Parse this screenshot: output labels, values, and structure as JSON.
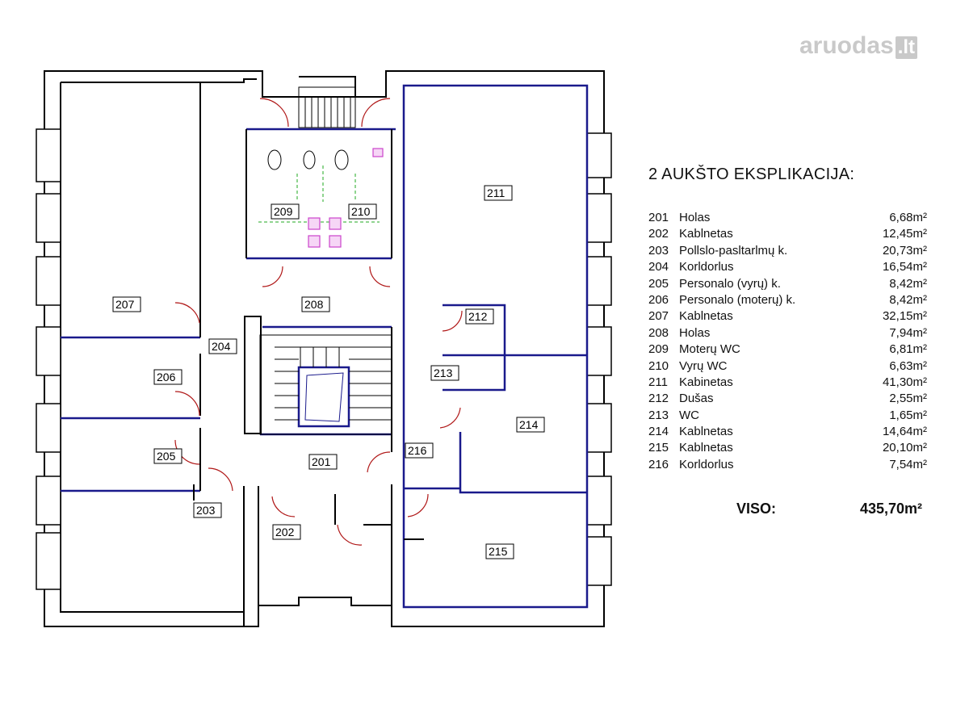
{
  "watermark": {
    "brand": "aruodas",
    "tld": ".lt"
  },
  "legend": {
    "title": "2 AUKŠTO EKSPLIKACIJA:",
    "rows": [
      {
        "code": "201",
        "name": "Holas",
        "area": "6,68m²"
      },
      {
        "code": "202",
        "name": "Kablnetas",
        "area": "12,45m²"
      },
      {
        "code": "203",
        "name": "Pollslo-pasltarlmų k.",
        "area": "20,73m²"
      },
      {
        "code": "204",
        "name": "Korldorlus",
        "area": "16,54m²"
      },
      {
        "code": "205",
        "name": "Personalo (vyrų) k.",
        "area": "8,42m²"
      },
      {
        "code": "206",
        "name": "Personalo (moterų) k.",
        "area": "8,42m²"
      },
      {
        "code": "207",
        "name": "Kablnetas",
        "area": "32,15m²"
      },
      {
        "code": "208",
        "name": "Holas",
        "area": "7,94m²"
      },
      {
        "code": "209",
        "name": "Moterų WC",
        "area": "6,81m²"
      },
      {
        "code": "210",
        "name": "Vyrų WC",
        "area": "6,63m²"
      },
      {
        "code": "211",
        "name": "Kabinetas",
        "area": "41,30m²"
      },
      {
        "code": "212",
        "name": "Dušas",
        "area": "2,55m²"
      },
      {
        "code": "213",
        "name": "WC",
        "area": "1,65m²"
      },
      {
        "code": "214",
        "name": "Kablnetas",
        "area": "14,64m²"
      },
      {
        "code": "215",
        "name": "Kablnetas",
        "area": "20,10m²"
      },
      {
        "code": "216",
        "name": "Korldorlus",
        "area": "7,54m²"
      }
    ],
    "total_label": "VISO:",
    "total_value": "435,70m²"
  },
  "rooms": {
    "r201": "201",
    "r202": "202",
    "r203": "203",
    "r204": "204",
    "r205": "205",
    "r206": "206",
    "r207": "207",
    "r208": "208",
    "r209": "209",
    "r210": "210",
    "r211": "211",
    "r212": "212",
    "r213": "213",
    "r214": "214",
    "r215": "215",
    "r216": "216"
  },
  "colors": {
    "wall": "#000000",
    "partition": "#1a1a8c",
    "door": "#b01818",
    "fixture": "#cc44cc",
    "dashed": "#22aa22"
  }
}
